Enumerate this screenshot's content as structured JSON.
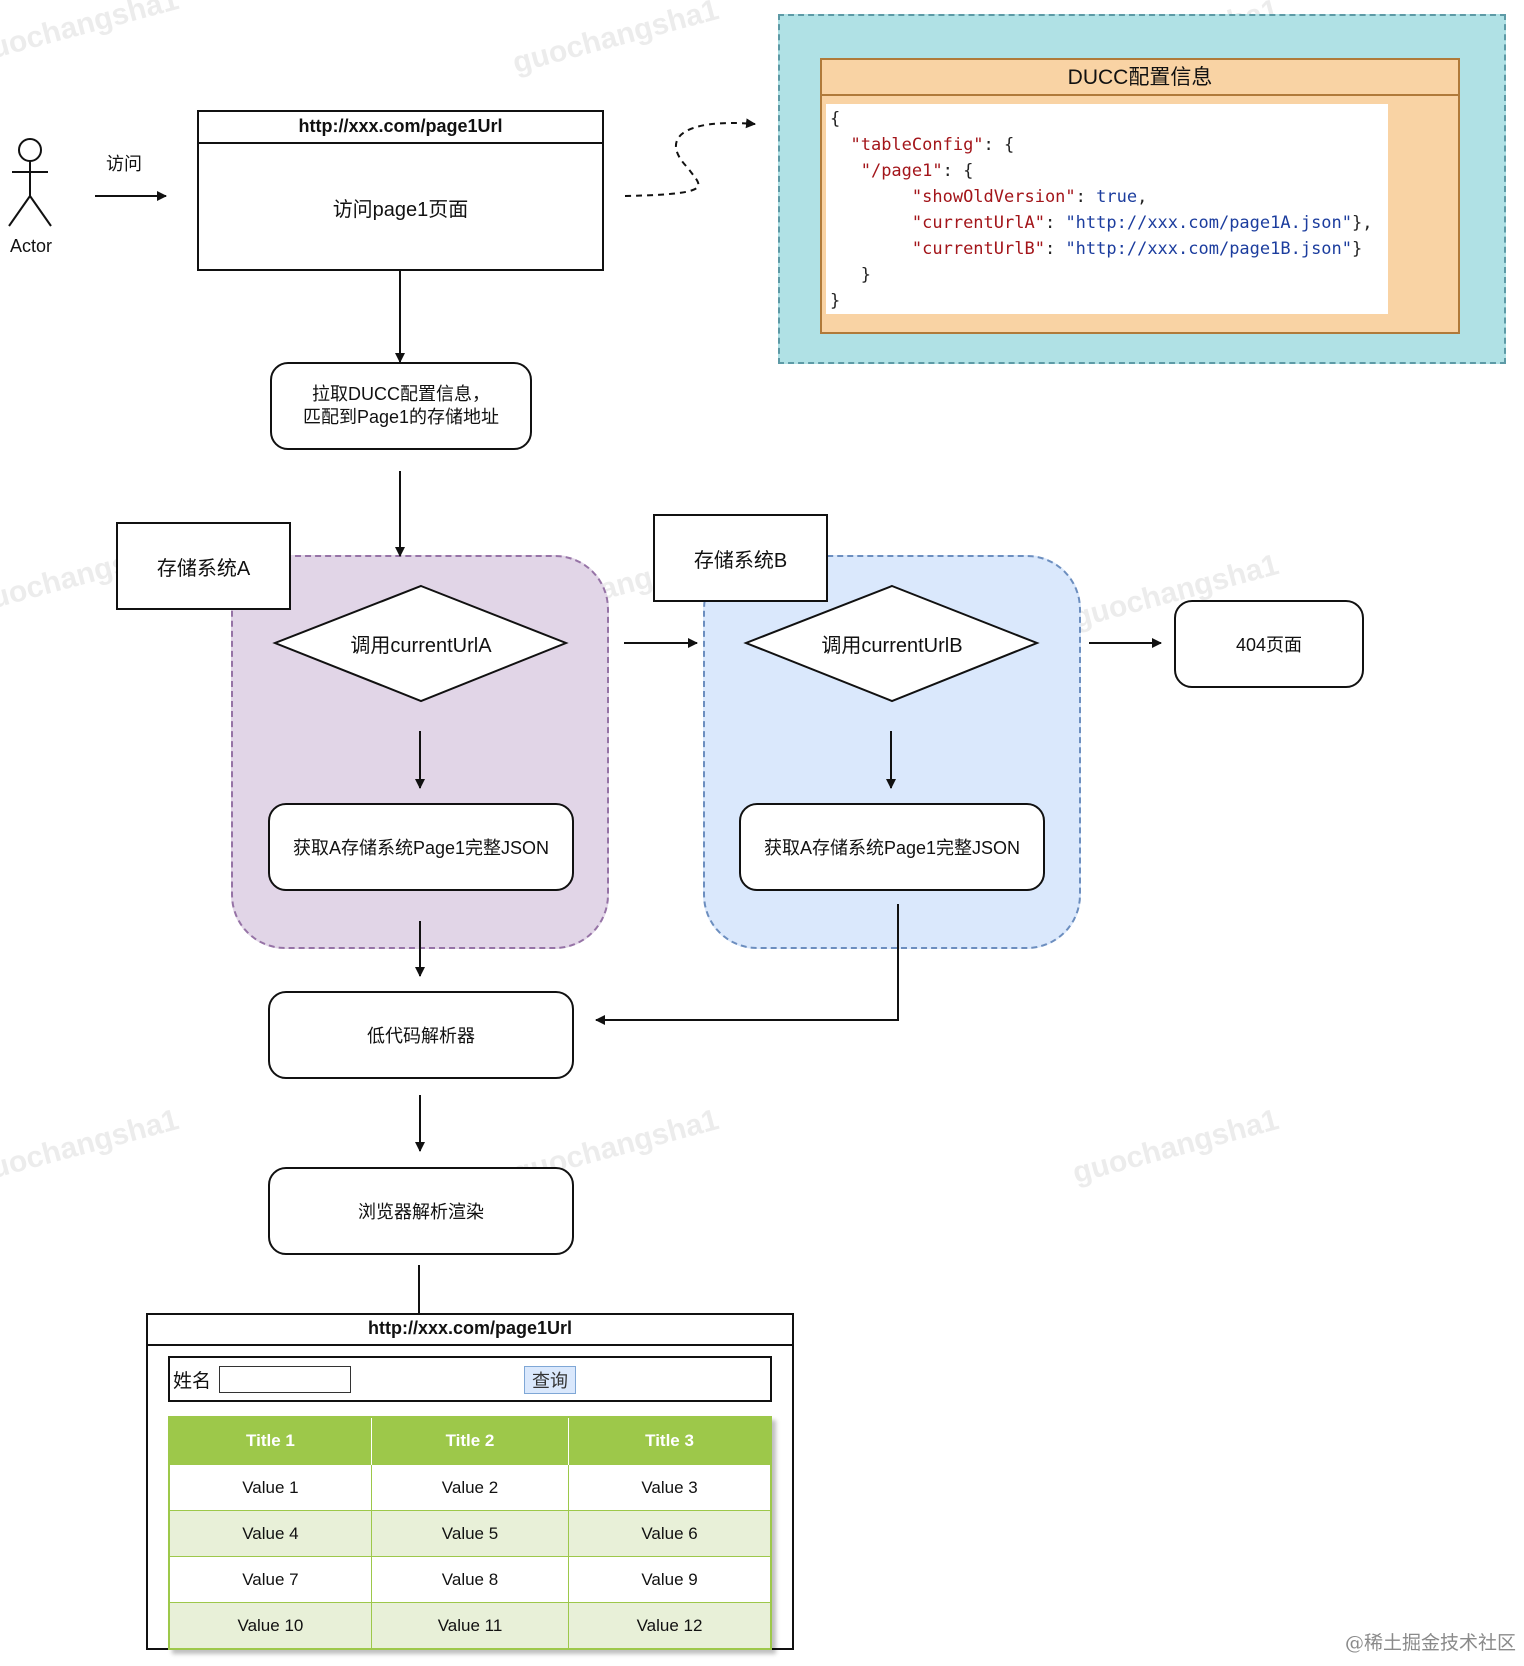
{
  "watermark": "guochangsha1",
  "actor": {
    "label": "Actor"
  },
  "visit_label": "访问",
  "browser_box": {
    "url": "http://xxx.com/page1Url",
    "body": "访问page1页面"
  },
  "ducc": {
    "title": "DUCC配置信息",
    "code": {
      "open": "{",
      "table_key": "\"tableConfig\"",
      "page_key": "\"/page1\"",
      "show_key": "\"showOldVersion\"",
      "show_val": "true",
      "urlA_key": "\"currentUrlA\"",
      "urlA_val": "\"http://xxx.com/page1A.json\"",
      "urlB_key": "\"currentUrlB\"",
      "urlB_val": "\"http://xxx.com/page1B.json\"",
      "close_inner": "}",
      "close": "}"
    }
  },
  "fetch_box": {
    "line1": "拉取DUCC配置信息，",
    "line2": "匹配到Page1的存储地址"
  },
  "storageA": {
    "label": "存储系统A",
    "decision": "调用currentUrlA",
    "action": "获取A存储系统Page1完整JSON"
  },
  "storageB": {
    "label": "存储系统B",
    "decision": "调用currentUrlB",
    "action": "获取A存储系统Page1完整JSON"
  },
  "not_found": "404页面",
  "parser": "低代码解析器",
  "renderer": "浏览器解析渲染",
  "page_mock": {
    "url": "http://xxx.com/page1Url",
    "name_label": "姓名",
    "query_button": "查询",
    "headers": [
      "Title 1",
      "Title 2",
      "Title 3"
    ],
    "rows": [
      [
        "Value 1",
        "Value 2",
        "Value 3"
      ],
      [
        "Value 4",
        "Value 5",
        "Value 6"
      ],
      [
        "Value 7",
        "Value 8",
        "Value 9"
      ],
      [
        "Value 10",
        "Value 11",
        "Value 12"
      ]
    ]
  },
  "credit": "@稀土掘金技术社区"
}
